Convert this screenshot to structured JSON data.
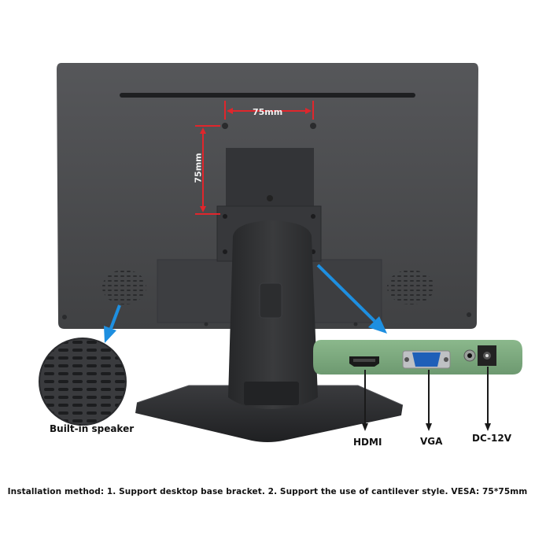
{
  "labels": {
    "horizontal_spacing": "75mm",
    "vertical_spacing": "75mm",
    "speaker": "Built-in speaker",
    "hdmi": "HDMI",
    "vga": "VGA",
    "power": "DC-12V"
  },
  "caption": "Installation method: 1. Support desktop base bracket. 2. Support the use of cantilever style. VESA: 75*75mm",
  "colors": {
    "monitor_body": "#4b4c4e",
    "stand": "#2f3032",
    "dimension_marks": "#e0262c",
    "callout_arrows": "#1e8fe0",
    "port_panel": "#7aa77d"
  }
}
